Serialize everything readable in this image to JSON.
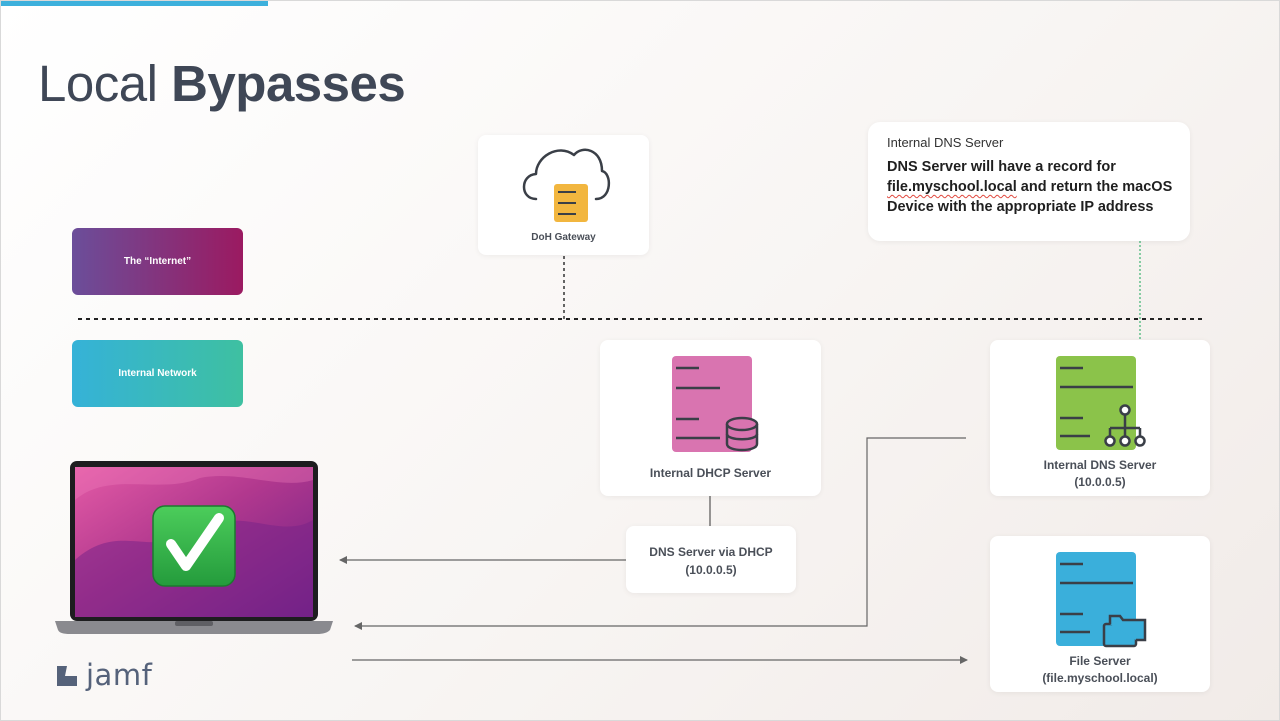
{
  "title": {
    "regular": "Local",
    "bold": "Bypasses"
  },
  "zones": {
    "internet": {
      "label": "The “Internet”",
      "gradient": [
        "#6b4e9a",
        "#9b1a61"
      ]
    },
    "internal": {
      "label": "Internal Network",
      "gradient": [
        "#35b2d8",
        "#3ec0a1"
      ]
    }
  },
  "nodes": {
    "doh_gateway": {
      "label": "DoH Gateway",
      "icon": "cloud-server-icon",
      "color": "#f2b63f"
    },
    "dhcp_server": {
      "label": "Internal DHCP Server",
      "icon": "database-server-icon",
      "color": "#d974b0"
    },
    "dns_via_dhcp": {
      "line1": "DNS Server via DHCP",
      "line2": "(10.0.0.5)"
    },
    "dns_server": {
      "line1": "Internal DNS Server",
      "line2": "(10.0.0.5)",
      "icon": "network-server-icon",
      "color": "#8bc34a"
    },
    "file_server": {
      "line1": "File Server",
      "line2": "(file.myschool.local)",
      "icon": "folder-server-icon",
      "color": "#3aafdb"
    }
  },
  "callout": {
    "heading": "Internal DNS Server",
    "text_pre": "DNS Server will have a record for ",
    "text_link": "file.myschool.local",
    "text_post": " and return the macOS Device with the appropriate IP address"
  },
  "laptop": {
    "badge": "check-mark-icon",
    "badge_color": "#2fb24a"
  },
  "brand": {
    "name": "jamf",
    "color": "#55627a"
  }
}
